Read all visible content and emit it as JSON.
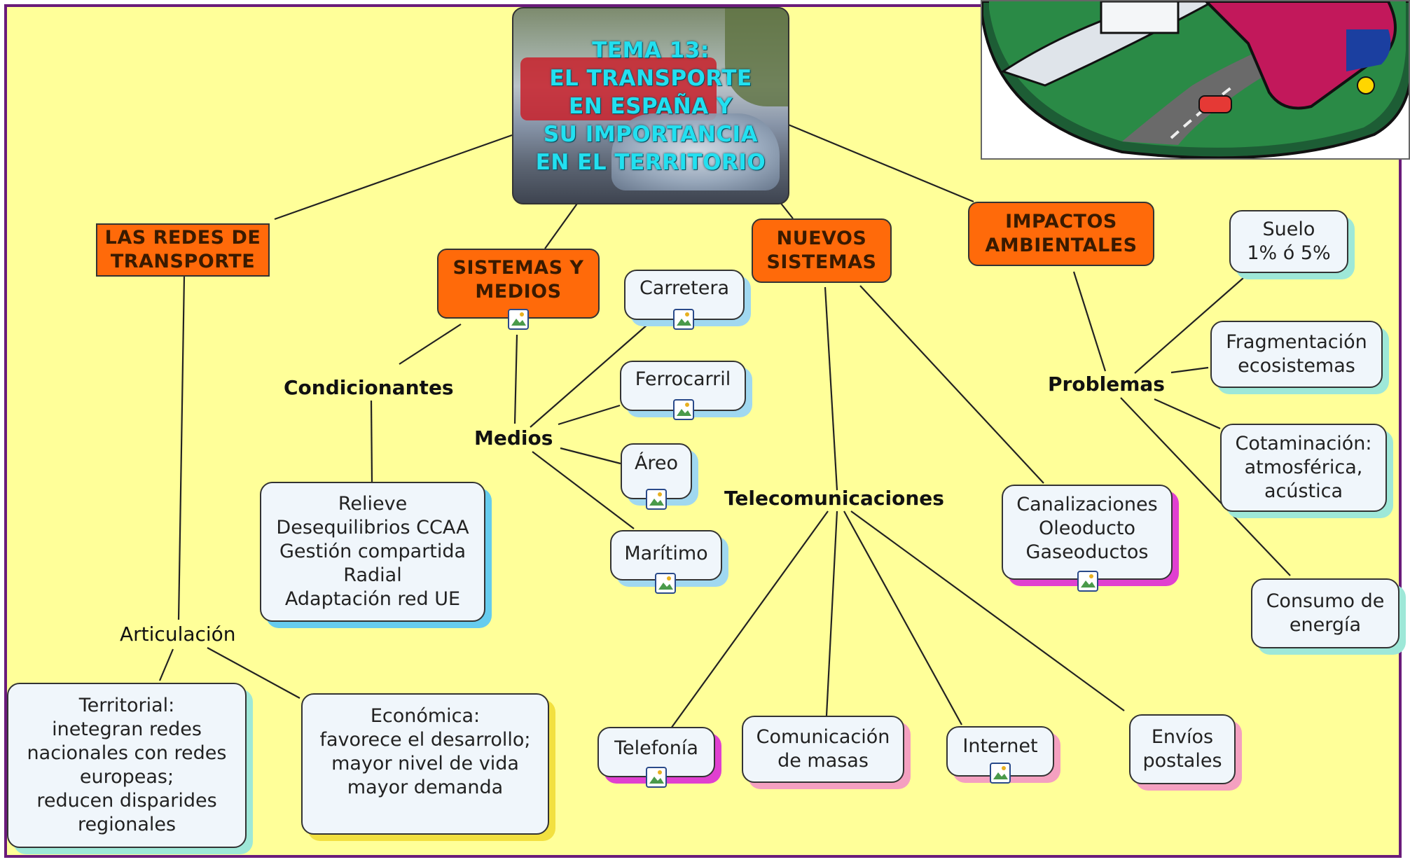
{
  "title": {
    "line1": "TEMA 13:",
    "line2": "EL TRANSPORTE",
    "line3": "EN ESPAÑA Y",
    "line4": "SU IMPORTANCIA",
    "line5": "EN EL TERRITORIO"
  },
  "branches": {
    "redes": {
      "line1": "LAS REDES DE",
      "line2": "TRANSPORTE"
    },
    "sistemas": {
      "line1": "SISTEMAS Y",
      "line2": "MEDIOS"
    },
    "nuevos": {
      "line1": "NUEVOS",
      "line2": "SISTEMAS"
    },
    "impactos": {
      "line1": "IMPACTOS",
      "line2": "AMBIENTALES"
    }
  },
  "labels": {
    "condicionantes": "Condicionantes",
    "medios": "Medios",
    "telecom": "Telecomunicaciones",
    "problemas": "Problemas",
    "articulacion": "Articulación"
  },
  "nodes": {
    "condicionantes_box": [
      "Relieve",
      "Desequilibrios CCAA",
      "Gestión compartida",
      "Radial",
      "Adaptación red UE"
    ],
    "carretera": "Carretera",
    "ferrocarril": "Ferrocarril",
    "areo": "Áreo",
    "maritimo": "Marítimo",
    "territorial": [
      "Territorial:",
      "inetegran redes",
      "nacionales con redes",
      "europeas;",
      "reducen disparides",
      "regionales"
    ],
    "economica": [
      "Económica:",
      "favorece el desarrollo;",
      "mayor nivel de vida",
      "mayor demanda"
    ],
    "telefonia": "Telefonía",
    "comunicacion": [
      "Comunicación",
      "de masas"
    ],
    "internet": "Internet",
    "envios": [
      "Envíos",
      "postales"
    ],
    "canalizaciones": [
      "Canalizaciones",
      "Oleoducto",
      "Gaseoductos"
    ],
    "suelo": [
      "Suelo",
      "1% ó 5%"
    ],
    "fragmentacion": [
      "Fragmentación",
      "ecosistemas"
    ],
    "cotaminacion": [
      "Cotaminación:",
      "atmosférica,",
      "acústica"
    ],
    "consumo": [
      "Consumo de",
      "energía"
    ]
  },
  "colors": {
    "background": "#ffff99",
    "frame": "#6a1b7a",
    "branch": "#ff6a0a",
    "leaf": "#f0f6fb",
    "title_text": "#22e0f0"
  },
  "icons": {
    "image_link": "image-icon"
  }
}
